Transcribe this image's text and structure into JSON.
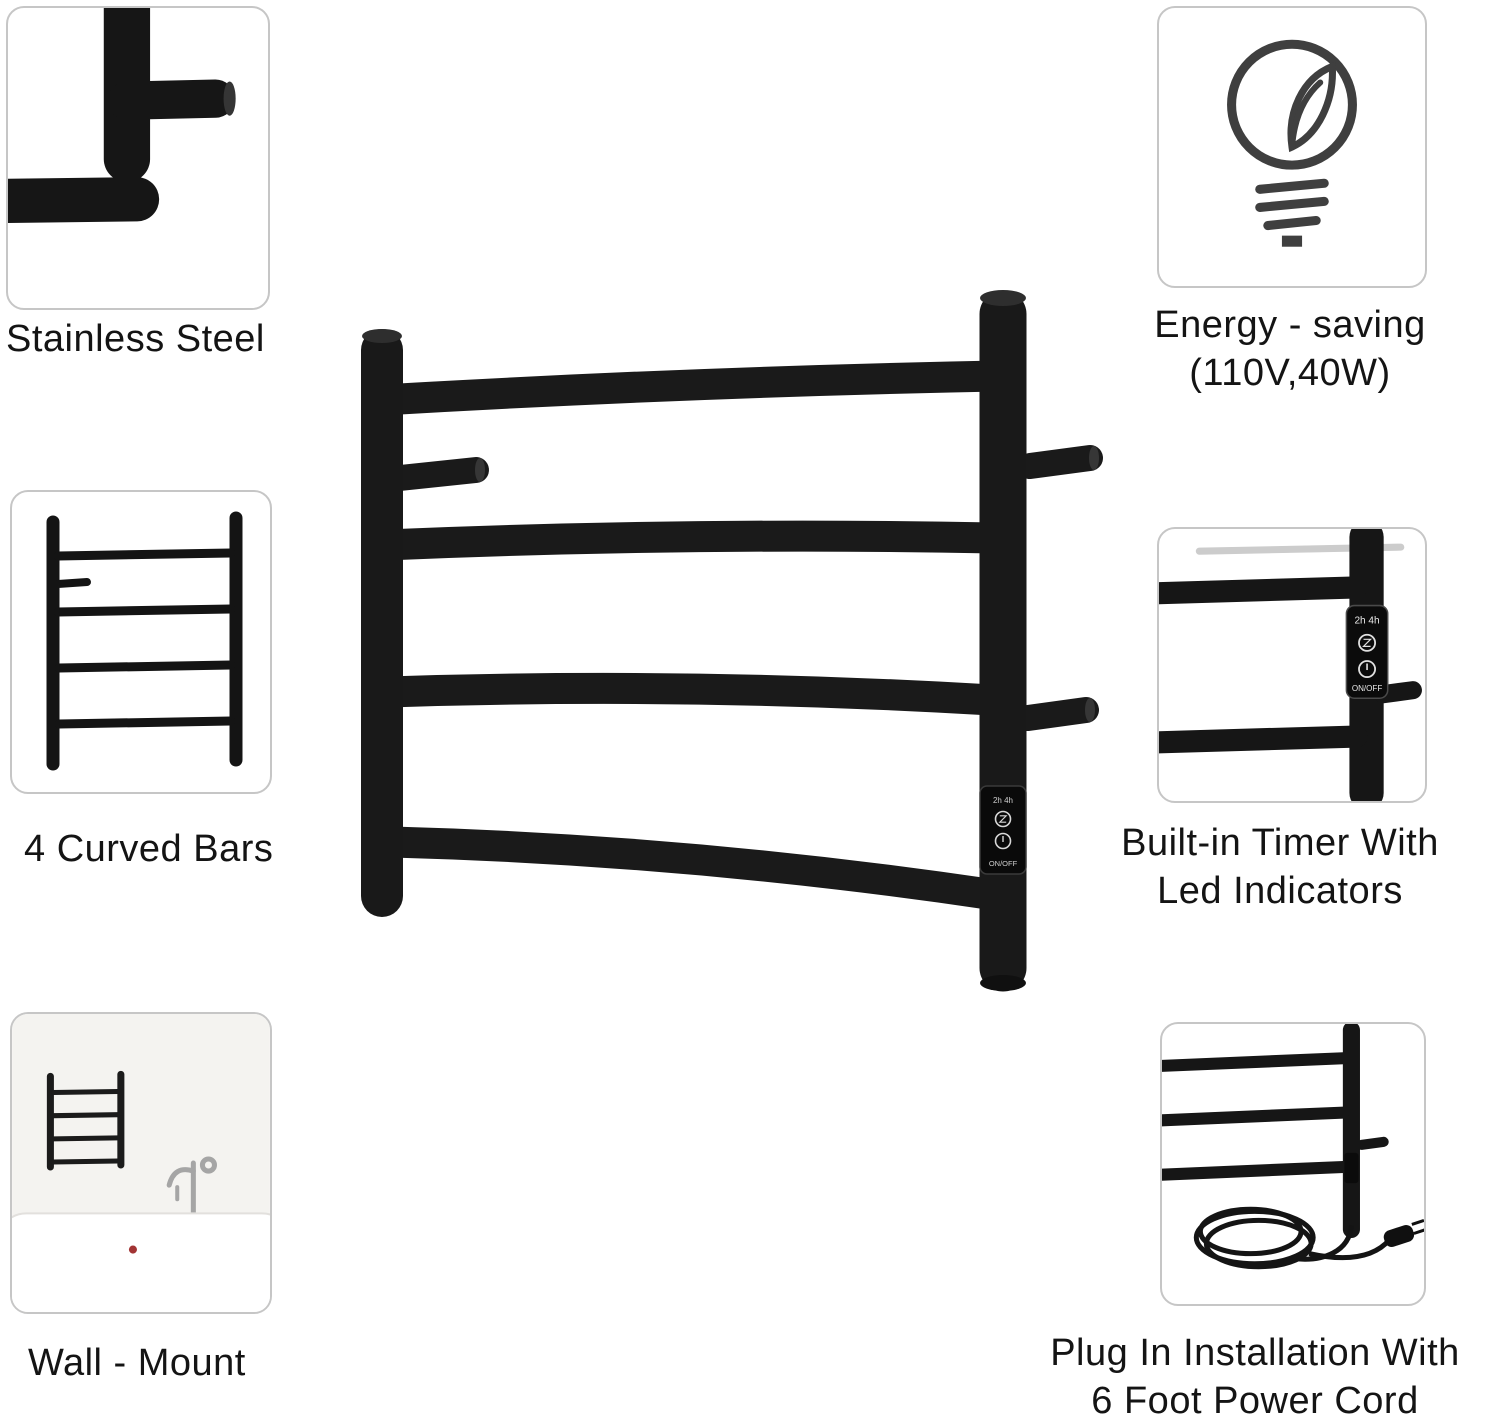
{
  "features": {
    "stainless": {
      "label": "Stainless Steel"
    },
    "curved_bars": {
      "label": "4 Curved Bars"
    },
    "wall_mount": {
      "label": "Wall - Mount"
    },
    "energy": {
      "label_line1": "Energy - saving",
      "label_line2": "(110V,40W)"
    },
    "timer": {
      "label_line1": "Built-in Timer With",
      "label_line2": "Led Indicators"
    },
    "plug": {
      "label_line1": "Plug In Installation With",
      "label_line2": "6 Foot Power Cord"
    }
  },
  "control_panel": {
    "timers": "2h 4h",
    "on_off": "ON/OFF"
  },
  "icons": {
    "energy": "lightbulb-leaf-icon",
    "timer_button": "hourglass-timer-icon",
    "power_button": "power-icon"
  },
  "colors": {
    "product_black": "#191919",
    "box_border": "#c6c6c6",
    "text": "#141414",
    "icon_stroke": "#3f3f3f",
    "panel_fill": "#0b0b0b"
  }
}
